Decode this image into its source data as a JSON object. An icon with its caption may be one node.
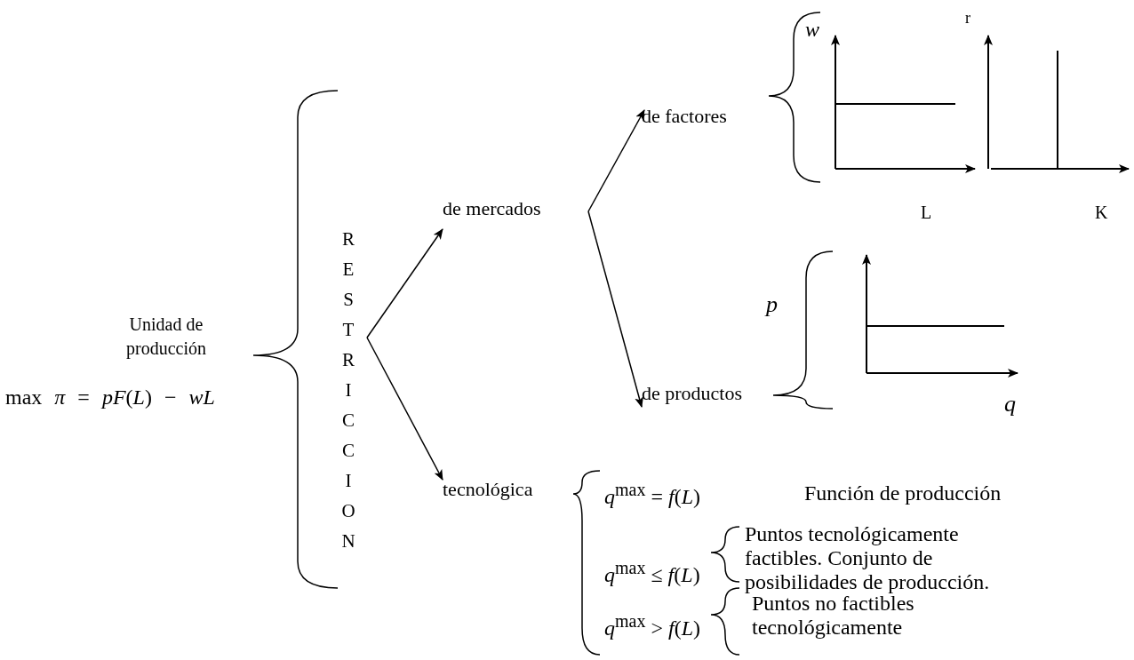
{
  "diagram": {
    "nodes": [
      {
        "text": [
          "Unidad de producción",
          "max *π* = *pF*(*L*) − *wL*"
        ]
      },
      {
        "text": [
          "RESTRICCION"
        ]
      },
      {
        "text": [
          "de mercados"
        ]
      },
      {
        "text": [
          "tecnológica"
        ]
      },
      {
        "text": [
          "de factores"
        ]
      },
      {
        "text": [
          "de productos"
        ]
      }
    ],
    "edges": [
      {
        "from": 1,
        "to": 2,
        "arrow": "to"
      },
      {
        "from": 1,
        "to": 3,
        "arrow": "to"
      },
      {
        "from": 2,
        "to": 4,
        "arrow": "to"
      },
      {
        "from": 2,
        "to": 5,
        "arrow": "to"
      }
    ],
    "labels": [
      "w",
      "L",
      "r",
      "K",
      "p",
      "q",
      "*q*$^{max}$ = *f*(*L*)",
      "Función de producción",
      "*q*$^{max}$ ≤ *f*(*L*)",
      "Puntos tecnológicamente factibles. Conjunto de posibilidades de producción.",
      "*q*$^{max}$ > *f*(*L*)",
      "Puntos no factibles tecnológicamente"
    ]
  }
}
